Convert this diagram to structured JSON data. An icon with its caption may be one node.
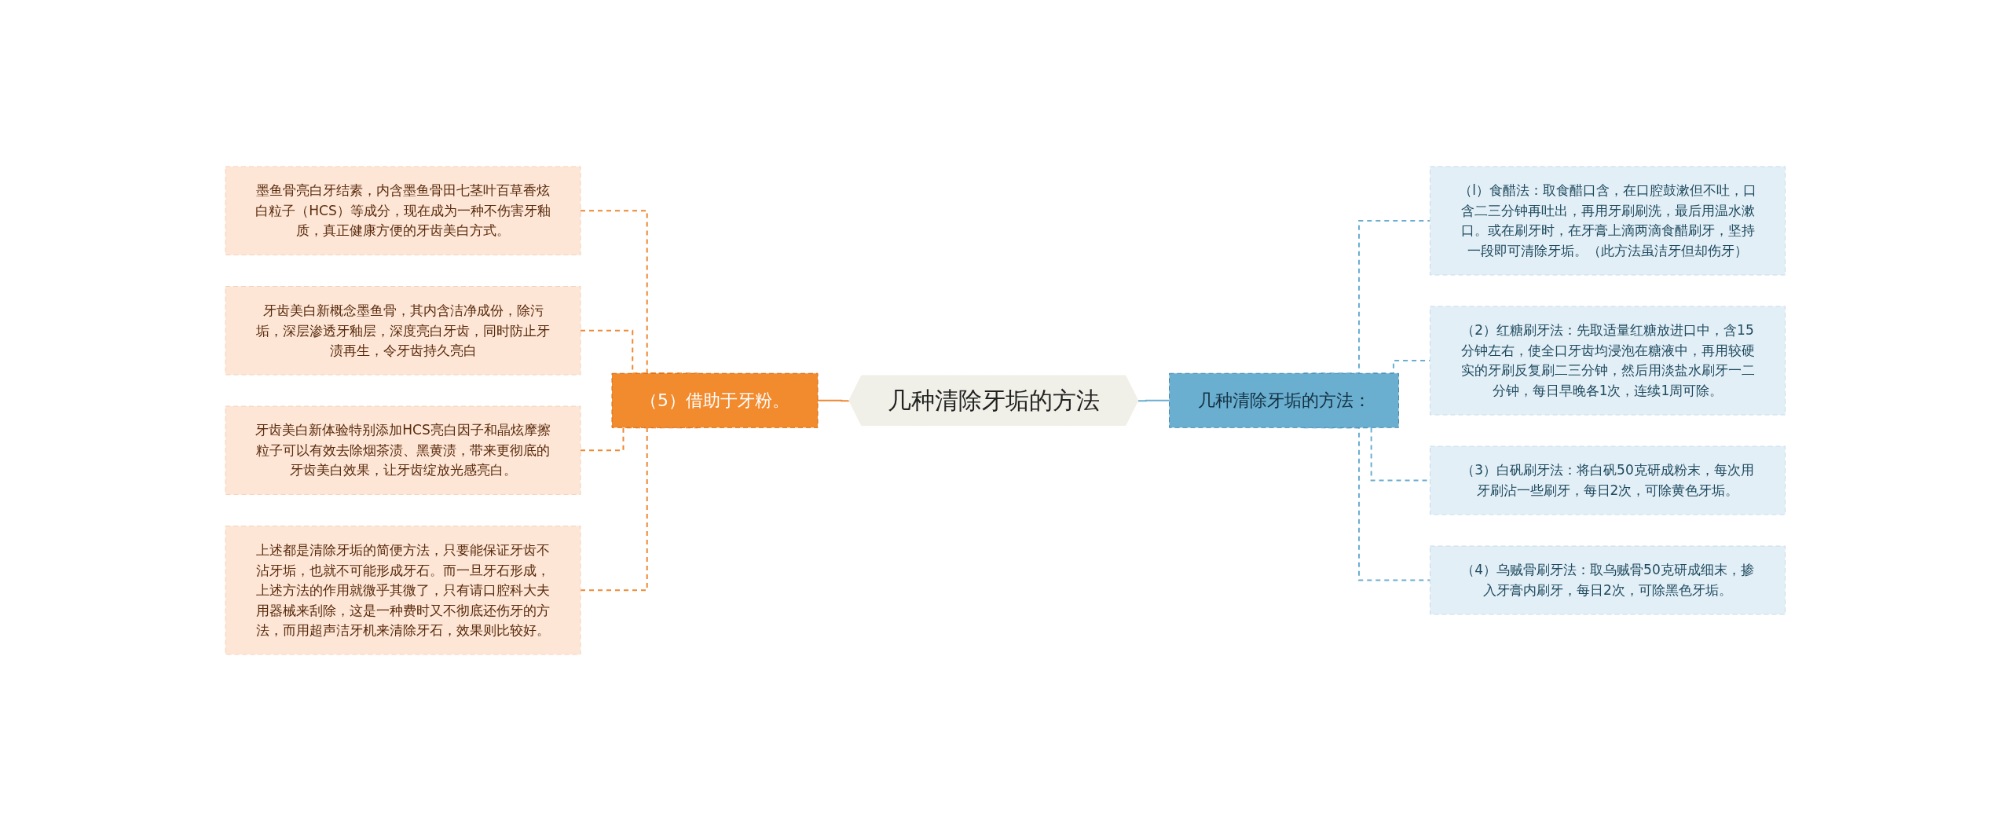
{
  "diagram": {
    "nodes": [
      {
        "text": [
          "几种清除牙垢的方法"
        ]
      },
      {
        "text": [
          "几种清除牙垢的方法："
        ]
      },
      {
        "text": [
          "（l）食醋法：取食醋口含，在口腔鼓漱但不吐，口含二三分钟再吐出，再用牙刷刷洗，最后用温水漱口。或在刷牙时，在牙膏上滴两滴食醋刷牙，坚持一段即可清除牙垢。（此方法虽洁牙但却伤牙）"
        ]
      },
      {
        "text": [
          "（2）红糖刷牙法：先取适量红糖放进口中，含15分钟左右，使全口牙齿均浸泡在糖液中，再用较硬实的牙刷反复刷二三分钟，然后用淡盐水刷牙一二分钟，每日早晚各1次，连续1周可除。"
        ]
      },
      {
        "text": [
          "（3）白矾刷牙法：将白矾50克研成粉末，每次用牙刷沾一些刷牙，每日2次，可除黄色牙垢。"
        ]
      },
      {
        "text": [
          "（4）乌贼骨刷牙法：取乌贼骨50克研成细末，掺入牙膏内刷牙，每日2次，可除黑色牙垢。"
        ]
      },
      {
        "text": [
          "（5）借助于牙粉。"
        ]
      },
      {
        "text": [
          "墨鱼骨亮白牙结素，内含墨鱼骨田七茎叶百草香炫白粒子（HCS）等成分，现在成为一种不伤害牙釉质，真正健康方便的牙齿美白方式。"
        ]
      },
      {
        "text": [
          "牙齿美白新概念墨鱼骨，其内含洁净成份，除污垢，深层渗透牙釉层，深度亮白牙齿，同时防止牙渍再生，令牙齿持久亮白"
        ]
      },
      {
        "text": [
          "牙齿美白新体验特别添加HCS亮白因子和晶炫摩擦粒子可以有效去除烟茶渍、黑黄渍，带来更彻底的牙齿美白效果，让牙齿绽放光感亮白。"
        ]
      },
      {
        "text": [
          "上述都是清除牙垢的简便方法，只要能保证牙齿不沾牙垢，也就不可能形成牙石。而一旦牙石形成，上述方法的作用就微乎其微了，只有请口腔科大夫用器械来刮除，这是一种费时又不彻底还伤牙的方法，而用超声洁牙机来清除牙石，效果则比较好。"
        ]
      }
    ],
    "edges": [
      {
        "from": 0,
        "to": 1,
        "arrow": "none",
        "color": "#6aaed0"
      },
      {
        "from": 1,
        "to": 2,
        "arrow": "none",
        "style": "dashed",
        "color": "#6aaed0"
      },
      {
        "from": 1,
        "to": 3,
        "arrow": "none",
        "style": "dashed",
        "color": "#6aaed0"
      },
      {
        "from": 1,
        "to": 4,
        "arrow": "none",
        "style": "dashed",
        "color": "#6aaed0"
      },
      {
        "from": 1,
        "to": 5,
        "arrow": "none",
        "style": "dashed",
        "color": "#6aaed0"
      },
      {
        "from": 0,
        "to": 6,
        "arrow": "none",
        "color": "#ee8833"
      },
      {
        "from": 6,
        "to": 7,
        "arrow": "none",
        "style": "dashed",
        "color": "#ee8833"
      },
      {
        "from": 6,
        "to": 8,
        "arrow": "none",
        "style": "dashed",
        "color": "#ee8833"
      },
      {
        "from": 6,
        "to": 9,
        "arrow": "none",
        "style": "dashed",
        "color": "#ee8833"
      },
      {
        "from": 6,
        "to": 10,
        "arrow": "none",
        "style": "dashed",
        "color": "#ee8833"
      }
    ]
  }
}
